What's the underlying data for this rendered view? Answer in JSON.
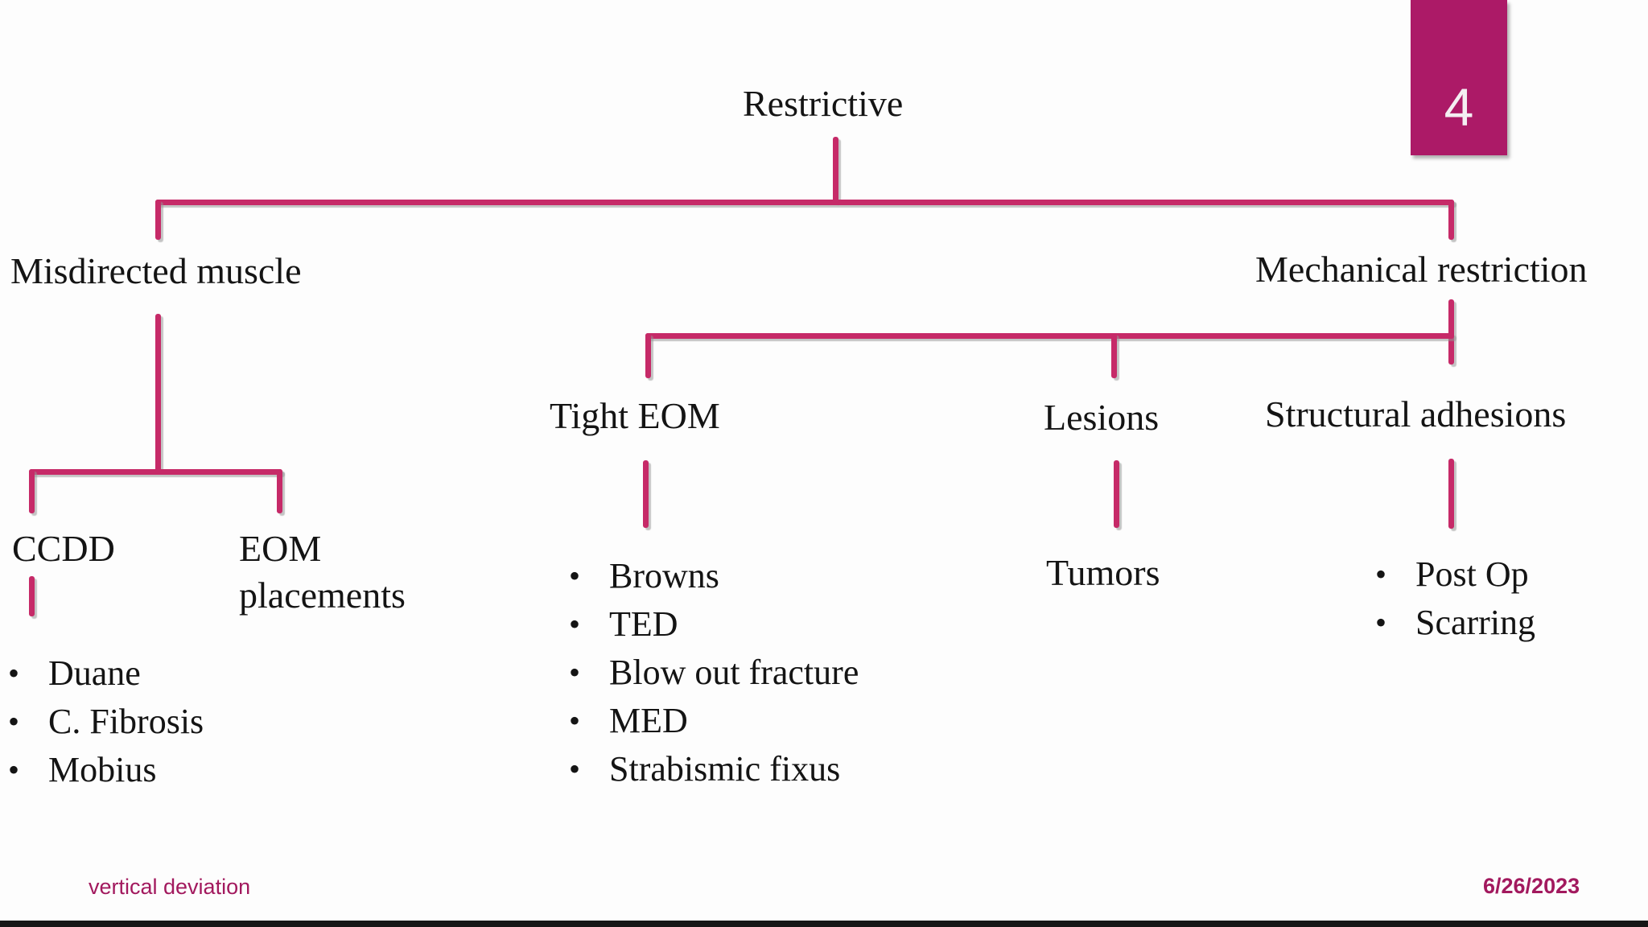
{
  "slide": {
    "page_number": "4",
    "footer_left": "vertical deviation",
    "footer_right": "6/26/2023"
  },
  "tree": {
    "root": "Restrictive",
    "left_branch": {
      "label": "Misdirected muscle",
      "children": [
        {
          "label": "CCDD",
          "items": [
            "Duane",
            "C. Fibrosis",
            "Mobius"
          ]
        },
        {
          "label": "EOM placements",
          "items": []
        }
      ]
    },
    "right_branch": {
      "label": "Mechanical restriction",
      "children": [
        {
          "label": "Tight EOM",
          "items": [
            "Browns",
            "TED",
            "Blow out fracture",
            "MED",
            "Strabismic fixus"
          ]
        },
        {
          "label": "Lesions",
          "sub_label": "Tumors",
          "items": []
        },
        {
          "label": "Structural adhesions",
          "items": [
            "Post Op",
            "Scarring"
          ]
        }
      ]
    }
  },
  "colors": {
    "line": "#c62a68",
    "badge_background": "#ac1a67",
    "footer_text": "#a2195e",
    "text": "#141414"
  }
}
